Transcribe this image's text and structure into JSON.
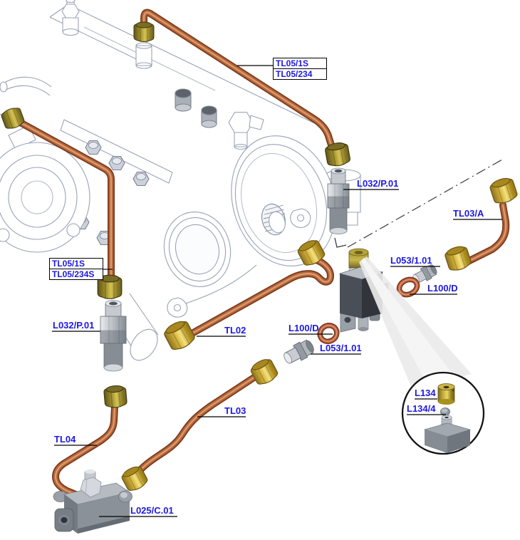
{
  "labels": {
    "boxed_top": [
      "TL05/1S",
      "TL05/234"
    ],
    "boxed_left": [
      "TL05/1S",
      "TL05/234S"
    ],
    "l032_left": "L032/P.01",
    "l032_right": "L032/P.01",
    "tl03a": "TL03/A",
    "l053_top": "L053/1.01",
    "l100_right": "L100/D",
    "l100_left": "L100/D",
    "l053_bottom": "L053/1.01",
    "tl02": "TL02",
    "tl03": "TL03",
    "tl04": "TL04",
    "l025": "L025/C.01",
    "l134": "L134",
    "l134_4": "L134/4"
  },
  "colors": {
    "label_blue": "#1c18e6",
    "copper_pipe": "#b4683c",
    "brass_dark": "#a4942e",
    "brass_bright": "#d6b53e",
    "steel_gray": "#aab0b7",
    "linework_gray": "#99a2b6"
  }
}
